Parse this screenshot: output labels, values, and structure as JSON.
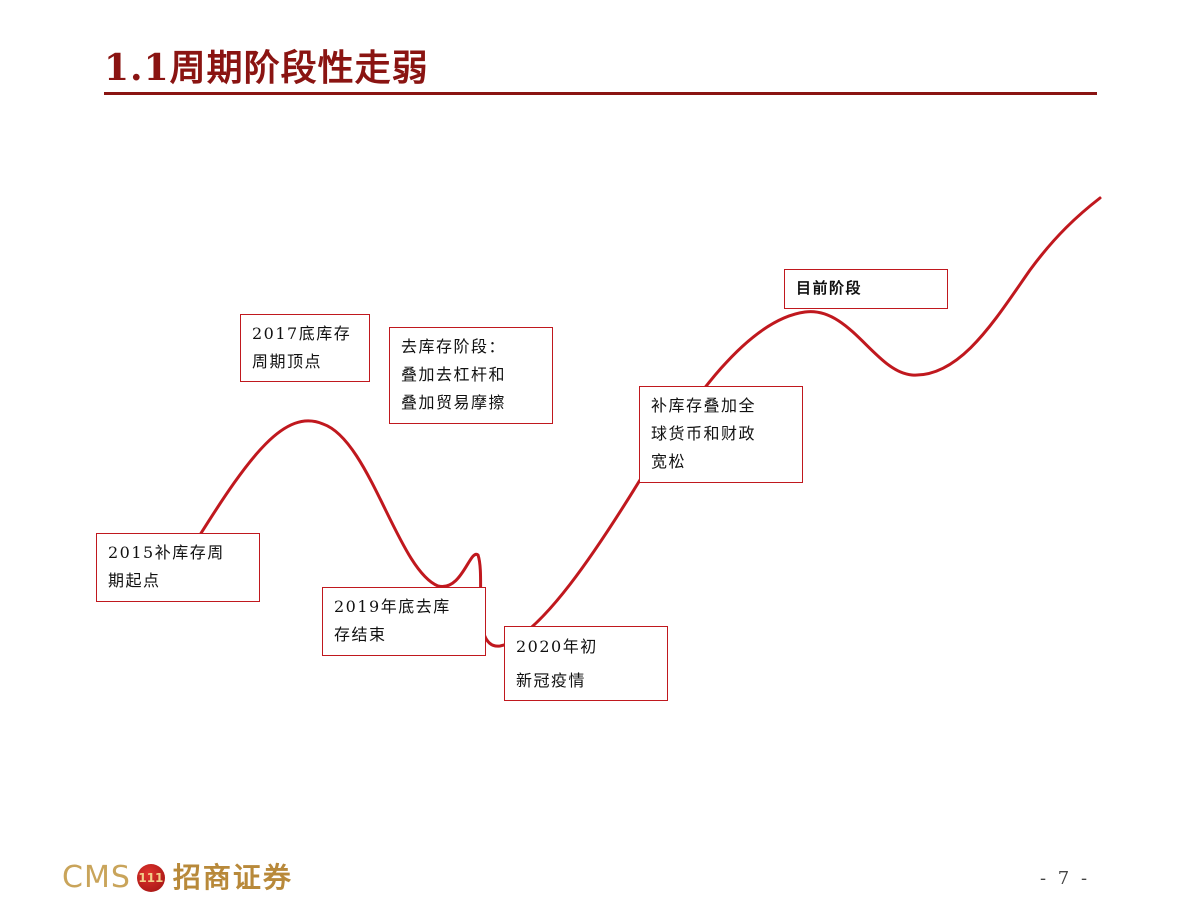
{
  "title": "1.1周期阶段性走弱",
  "colors": {
    "curve": "#c0181e",
    "title": "#8a1412",
    "box_border": "#c0181e",
    "brand_gold": "#c9a45a"
  },
  "annotations": [
    {
      "id": "2015",
      "lines": [
        "2015补库存周",
        "期起点"
      ]
    },
    {
      "id": "2017",
      "lines": [
        "2017底库存",
        "周期顶点"
      ]
    },
    {
      "id": "destock",
      "lines": [
        "去库存阶段：",
        "叠加去杠杆和",
        "叠加贸易摩擦"
      ]
    },
    {
      "id": "2019",
      "lines": [
        "2019年底去库",
        "存结束"
      ]
    },
    {
      "id": "2020",
      "lines": [
        "2020年初",
        "新冠疫情"
      ]
    },
    {
      "id": "restock",
      "lines": [
        "补库存叠加全",
        "球货币和财政",
        "宽松"
      ]
    },
    {
      "id": "current",
      "lines": [
        "目前阶段"
      ]
    }
  ],
  "footer": {
    "logo_text": "CMS",
    "emblem_icon": "cms-emblem-icon",
    "emblem_text": "111",
    "brand_name": "招商证券",
    "page_number": "- 7 -"
  }
}
